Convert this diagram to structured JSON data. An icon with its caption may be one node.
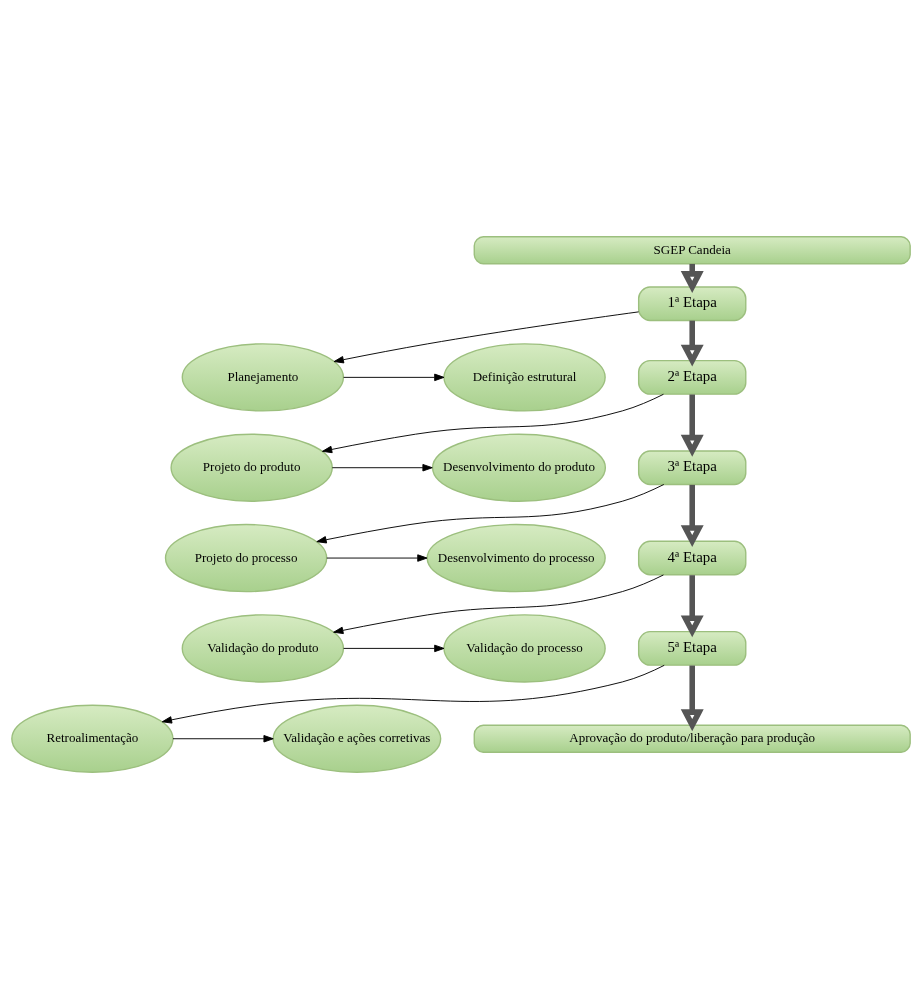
{
  "diagram": {
    "nodes": [
      {
        "text": [
          "SGEP Candeia"
        ]
      },
      {
        "text": [
          "1ª Etapa"
        ]
      },
      {
        "text": [
          "Planejamento"
        ]
      },
      {
        "text": [
          "Definição estrutural"
        ]
      },
      {
        "text": [
          "2ª Etapa"
        ]
      },
      {
        "text": [
          "Desenvolvimento do produto"
        ]
      },
      {
        "text": [
          "Projeto do produto"
        ]
      },
      {
        "text": [
          "3ª Etapa"
        ]
      },
      {
        "text": [
          "Projeto do processo"
        ]
      },
      {
        "text": [
          "Desenvolvimento do processo"
        ]
      },
      {
        "text": [
          "4ª Etapa"
        ]
      },
      {
        "text": [
          "Validação do processo"
        ]
      },
      {
        "text": [
          "Validação do produto"
        ]
      },
      {
        "text": [
          "5ª Etapa"
        ]
      },
      {
        "text": [
          "Retroalimentação"
        ]
      },
      {
        "text": [
          "Validação e ações corretivas"
        ]
      },
      {
        "text": [
          "Aprovação do produto/liberação para produção"
        ]
      }
    ],
    "edges": [
      {
        "from": 0,
        "to": 1,
        "arrow": "to",
        "style": "thick"
      },
      {
        "from": 1,
        "to": 2,
        "arrow": "to"
      },
      {
        "from": 2,
        "to": 3,
        "arrow": "to"
      },
      {
        "from": 1,
        "to": 4,
        "arrow": "to",
        "style": "thick"
      },
      {
        "from": 4,
        "to": 6,
        "arrow": "to"
      },
      {
        "from": 6,
        "to": 5,
        "arrow": "to"
      },
      {
        "from": 4,
        "to": 7,
        "arrow": "to",
        "style": "thick"
      },
      {
        "from": 7,
        "to": 8,
        "arrow": "to"
      },
      {
        "from": 8,
        "to": 9,
        "arrow": "to"
      },
      {
        "from": 7,
        "to": 10,
        "arrow": "to",
        "style": "thick"
      },
      {
        "from": 10,
        "to": 12,
        "arrow": "to"
      },
      {
        "from": 12,
        "to": 11,
        "arrow": "to"
      },
      {
        "from": 10,
        "to": 13,
        "arrow": "to",
        "style": "thick"
      },
      {
        "from": 13,
        "to": 14,
        "arrow": "to"
      },
      {
        "from": 14,
        "to": 15,
        "arrow": "to"
      },
      {
        "from": 13,
        "to": 16,
        "arrow": "to",
        "style": "thick"
      }
    ]
  }
}
